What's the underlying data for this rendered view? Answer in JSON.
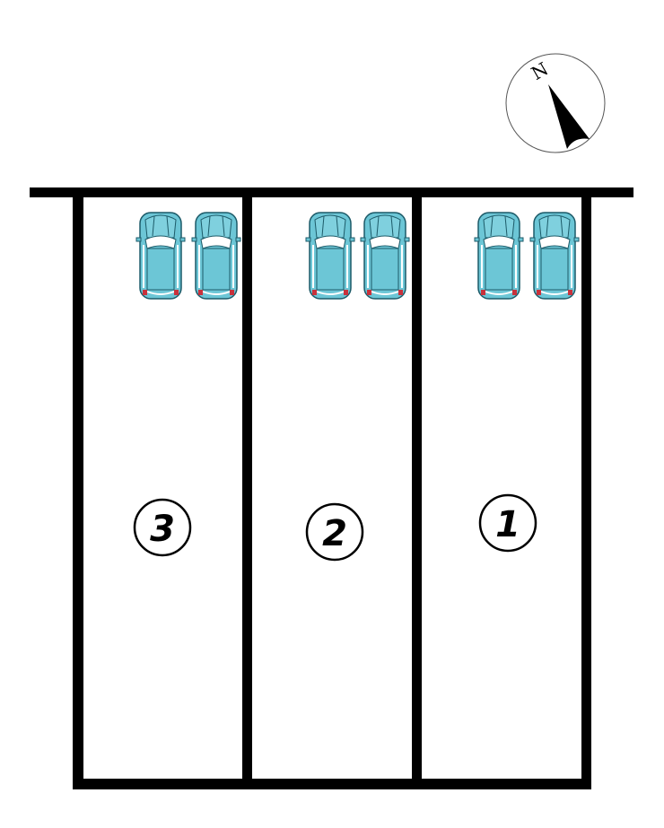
{
  "compass": {
    "label": "N"
  },
  "lots": [
    {
      "number": "3"
    },
    {
      "number": "2"
    },
    {
      "number": "1"
    }
  ],
  "colors": {
    "car_body": "#6cc6d6",
    "car_outline": "#1c5a68",
    "tail_light": "#c8323c",
    "line": "#000000"
  }
}
